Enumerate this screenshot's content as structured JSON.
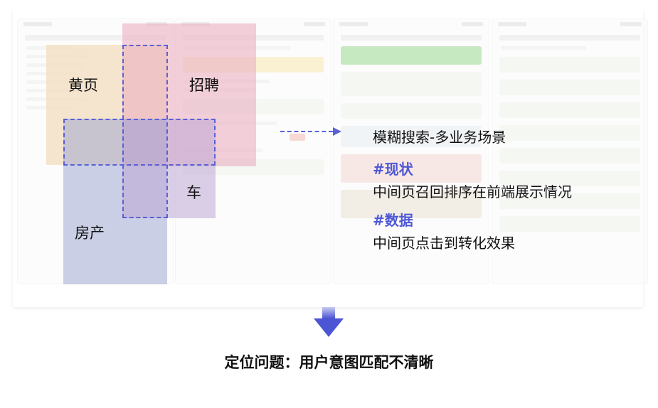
{
  "categories": {
    "yellow": "黄页",
    "pink": "招聘",
    "purple": "车",
    "blue": "房产"
  },
  "right": {
    "heading": "模糊搜索-多业务场景",
    "status_tag": "#现状",
    "status_desc": "中间页召回排序在前端展示情况",
    "data_tag": "#数据",
    "data_desc": "中间页点击到转化效果"
  },
  "footer": "定位问题：用户意图匹配不清晰",
  "colors": {
    "accent": "#5a61d6",
    "yellow": "#f4dec0",
    "pink": "#eab2c2",
    "blue": "#a0aad2",
    "purple": "#bea8d6"
  }
}
